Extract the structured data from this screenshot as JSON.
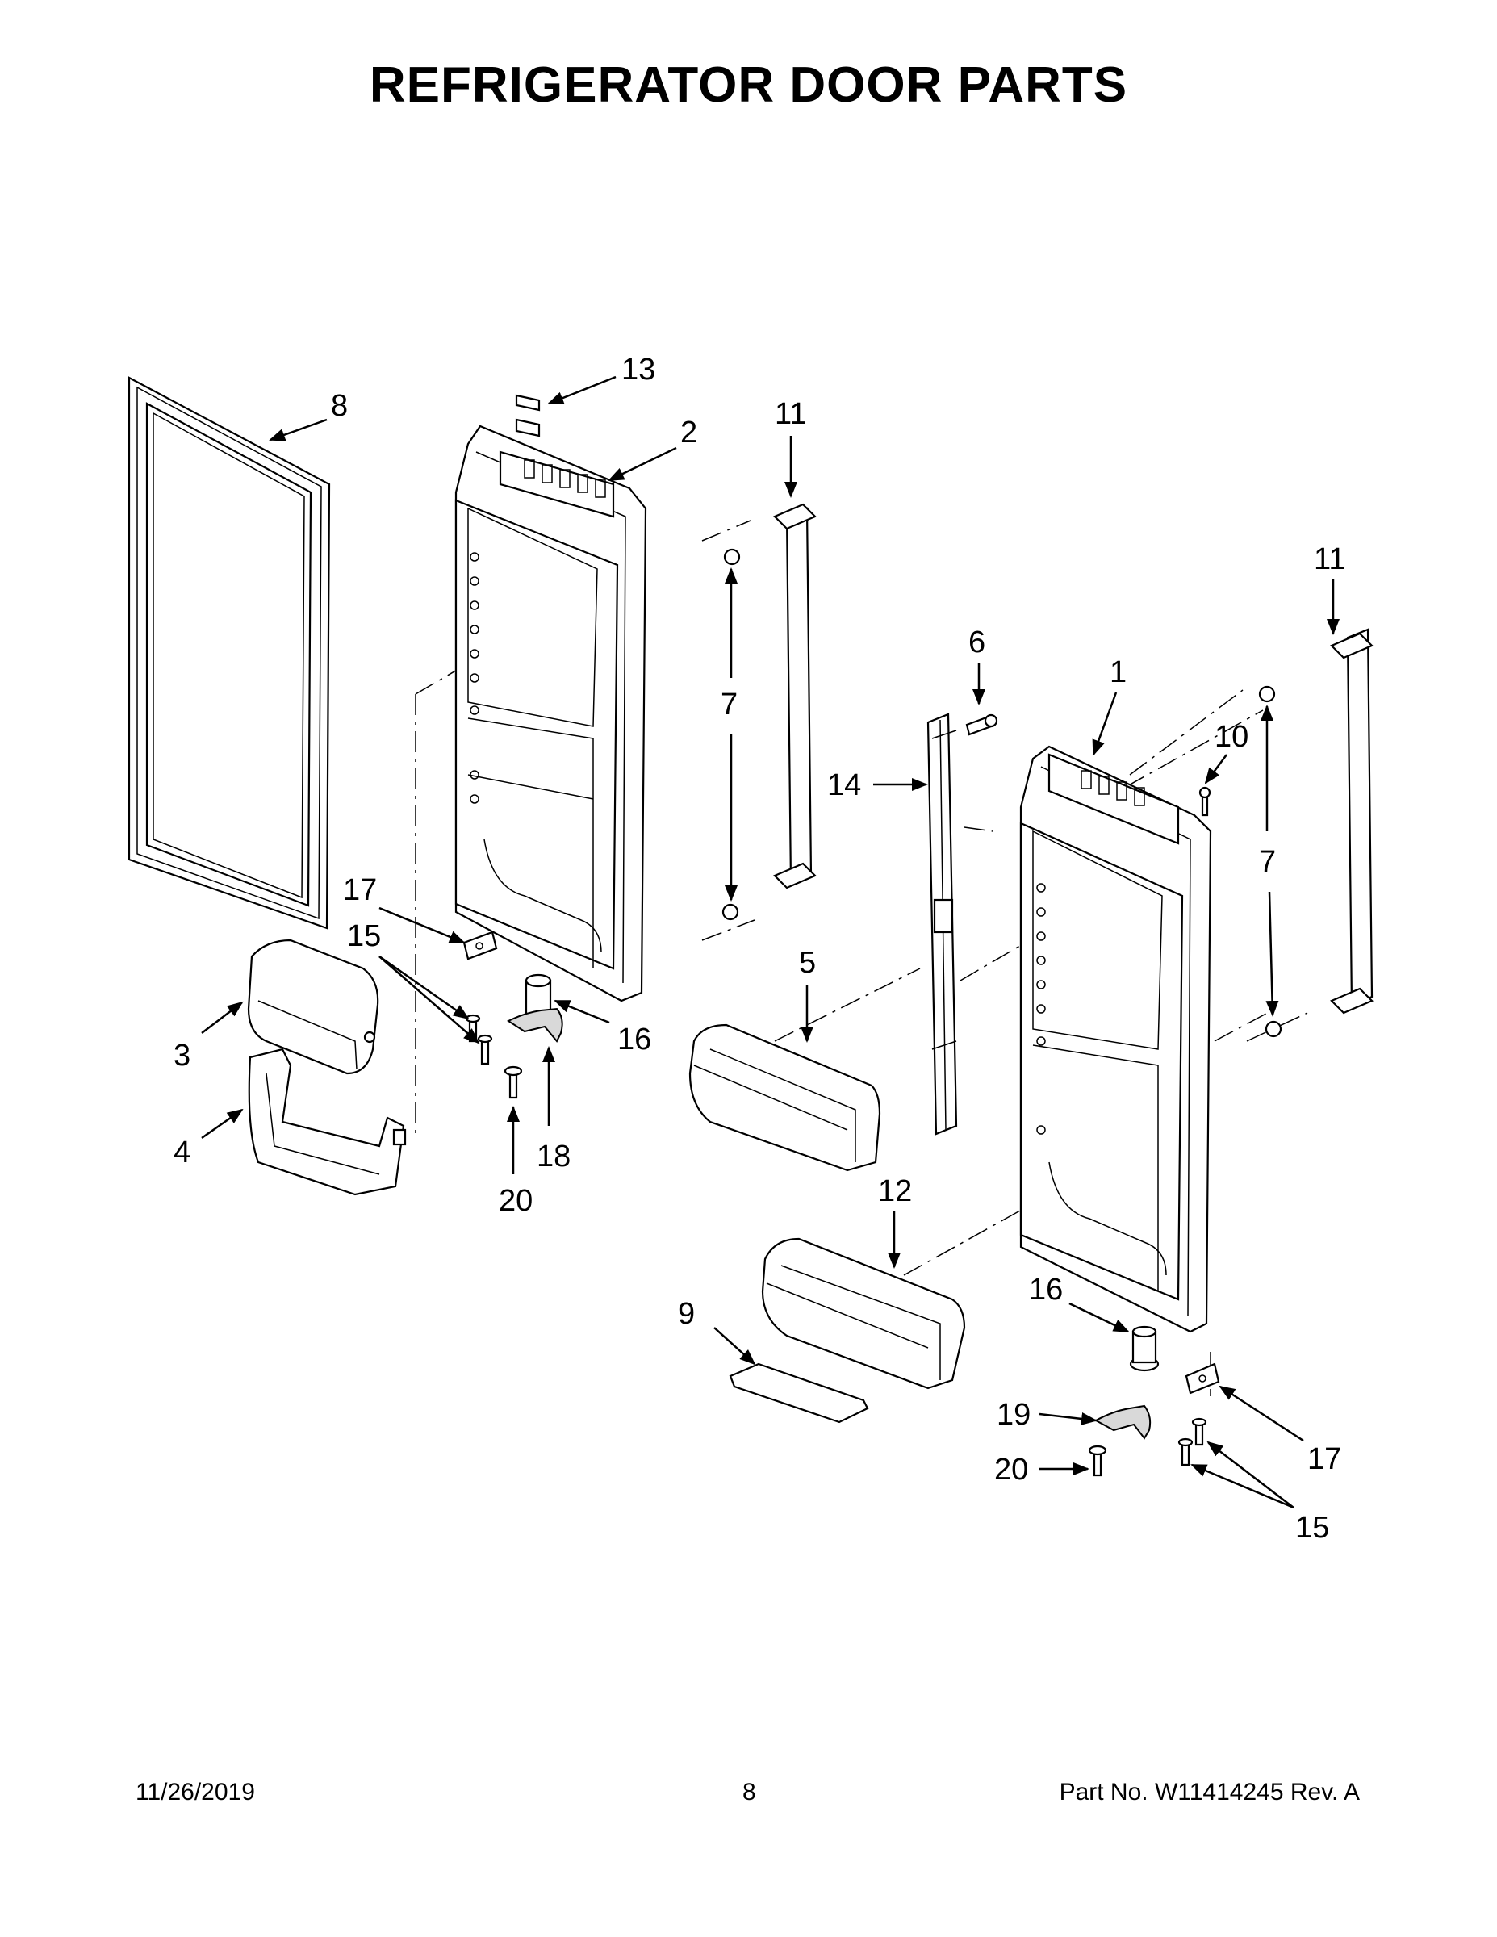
{
  "title": "REFRIGERATOR DOOR PARTS",
  "footer": {
    "date": "11/26/2019",
    "page": "8",
    "part_no": "Part No.  W11414245  Rev.  A"
  },
  "callouts": [
    "1",
    "2",
    "3",
    "4",
    "5",
    "6",
    "7",
    "7",
    "8",
    "9",
    "10",
    "11",
    "11",
    "12",
    "13",
    "14",
    "15",
    "15",
    "16",
    "16",
    "17",
    "17",
    "18",
    "19",
    "20",
    "20"
  ]
}
